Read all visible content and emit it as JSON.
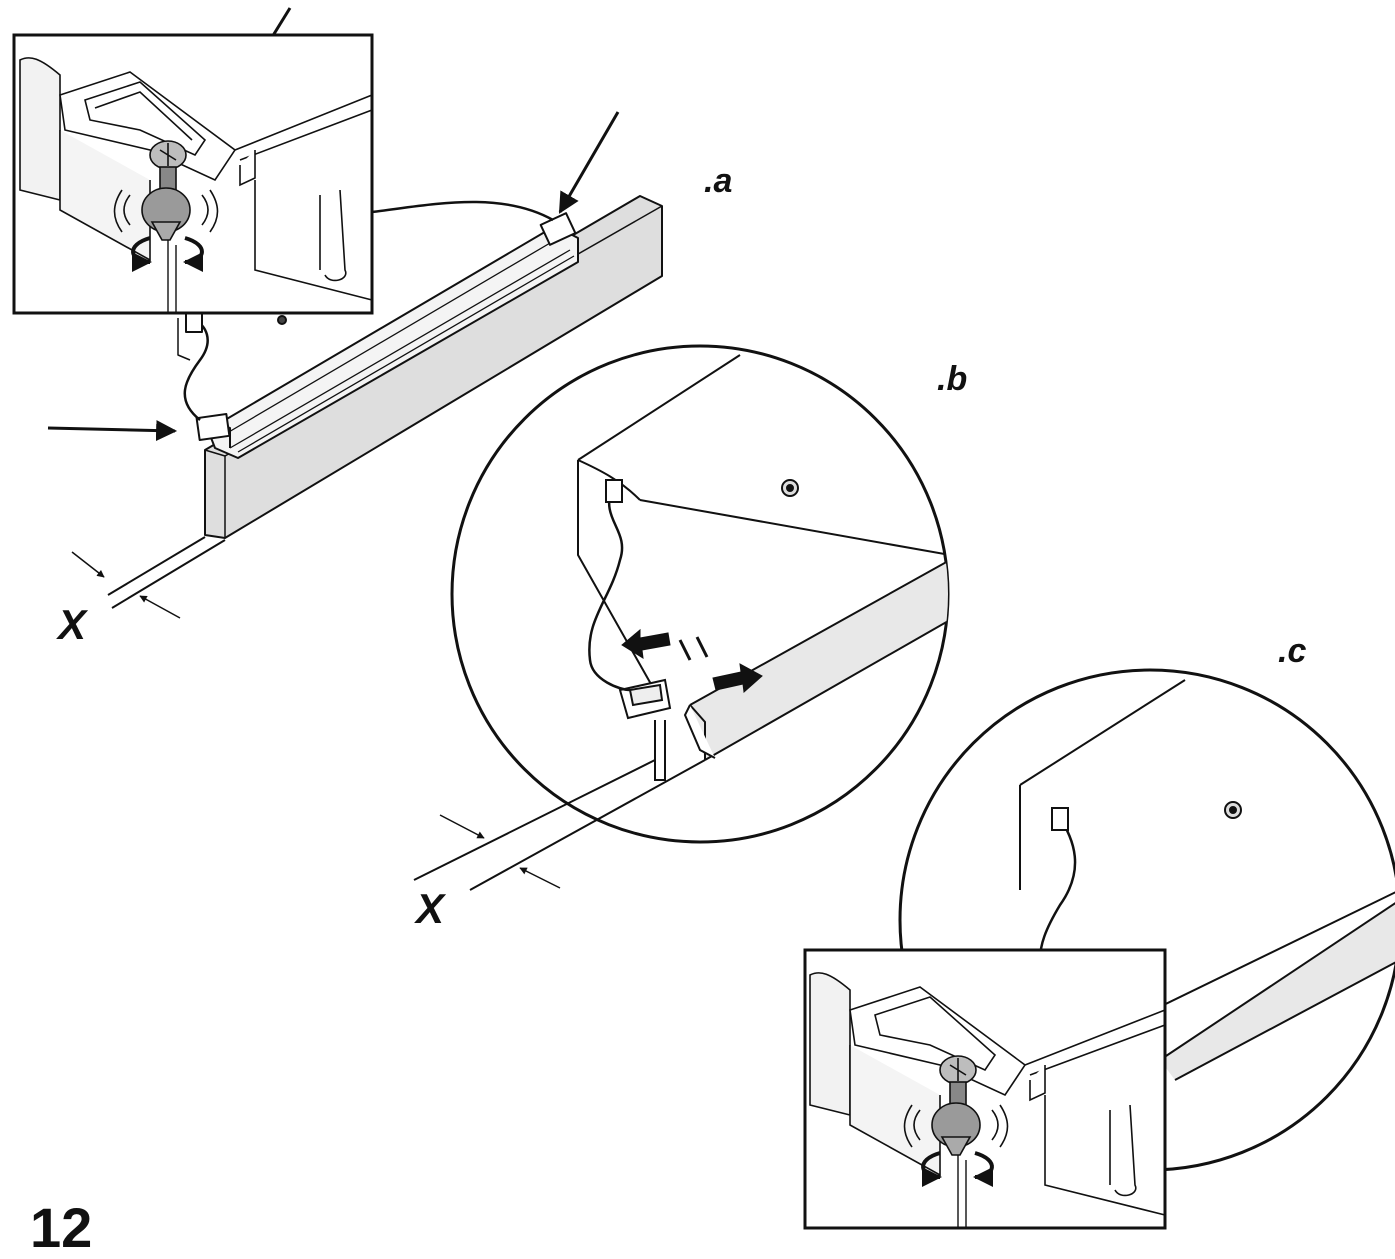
{
  "figure": {
    "step_labels": [
      ".a",
      ".b",
      ".c"
    ],
    "dimension_label": "X",
    "figure_number": "12"
  },
  "colors": {
    "line": "#111111",
    "panel_gray": "#dedede",
    "panel_light": "#eeeeee",
    "background": "#ffffff"
  },
  "icons": [
    "screw-icon",
    "rotate-arrow-icon",
    "vibration-icon",
    "slide-arrow-icon",
    "pointer-arrow-icon"
  ]
}
